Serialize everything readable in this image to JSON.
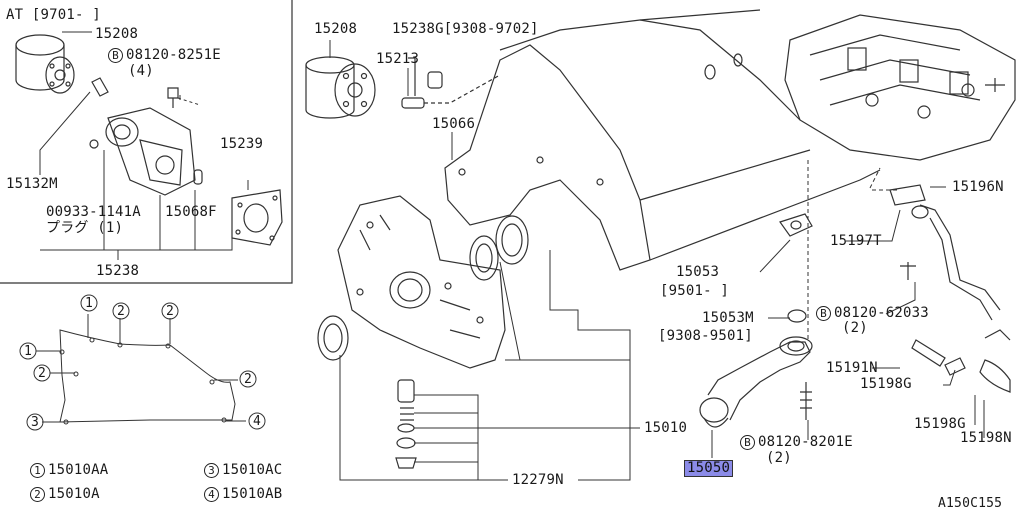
{
  "diagram_code": "A150C155",
  "inset": {
    "at_label": "AT [9701-   ]",
    "parts": {
      "filter": "15208",
      "bolt": "08120-8251E",
      "bolt_qty": "(4)",
      "sensor": "15132M",
      "plug": "00933-1141A",
      "plug_jp": "プラグ (1)",
      "fitting": "15068F",
      "gasket": "15239",
      "assembly": "15238"
    }
  },
  "legend": [
    {
      "num": "1",
      "part": "15010AA"
    },
    {
      "num": "2",
      "part": "15010A"
    },
    {
      "num": "3",
      "part": "15010AC"
    },
    {
      "num": "4",
      "part": "15010AB"
    }
  ],
  "gasket_callouts": [
    "1",
    "2",
    "2",
    "1",
    "2",
    "2",
    "3",
    "4"
  ],
  "main": {
    "filter": "15208",
    "switch": "15213",
    "cap": "15238G[9308-9702]",
    "cover_gasket": "15066",
    "pump_assy": "15010",
    "relief_kit": "12279N",
    "gasket_a": "15053",
    "gasket_a_date": "[9501-    ]",
    "gasket_m": "15053M",
    "gasket_m_date": "[9308-9501]",
    "strainer": "15050",
    "bolt1": "08120-8201E",
    "bolt1_qty": "(2)",
    "bolt2": "08120-62033",
    "bolt2_qty": "(2)",
    "gasket_n": "15196N",
    "tube": "15197T",
    "sensor_n": "15191N",
    "clamp_g1": "15198G",
    "clamp_g2": "15198G",
    "hose_n": "15198N"
  },
  "bolt_marker": "B"
}
